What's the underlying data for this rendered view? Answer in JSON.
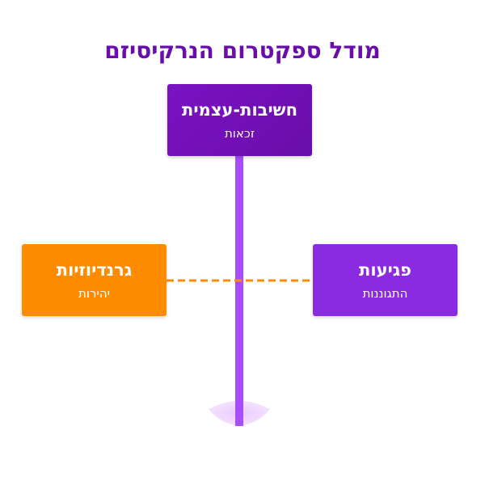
{
  "title": "מודל ספקטרום הנרקיסיזם",
  "colors": {
    "title": "#6a0dad",
    "top_box_start": "#7a12c4",
    "top_box_end": "#6a0da8",
    "left_box": "#ff8c00",
    "right_box": "#8a2be2",
    "vertical_axis": "#a64dff",
    "horizontal_axis": "#ff8c00",
    "base_glow": "#e9c8ff"
  },
  "nodes": {
    "top": {
      "heading": "חשיבות-עצמית",
      "sub": "זכאות"
    },
    "left": {
      "heading": "גרנדיוזיות",
      "sub": "יהירות"
    },
    "right": {
      "heading": "פגיעות",
      "sub": "התגוננות"
    }
  }
}
